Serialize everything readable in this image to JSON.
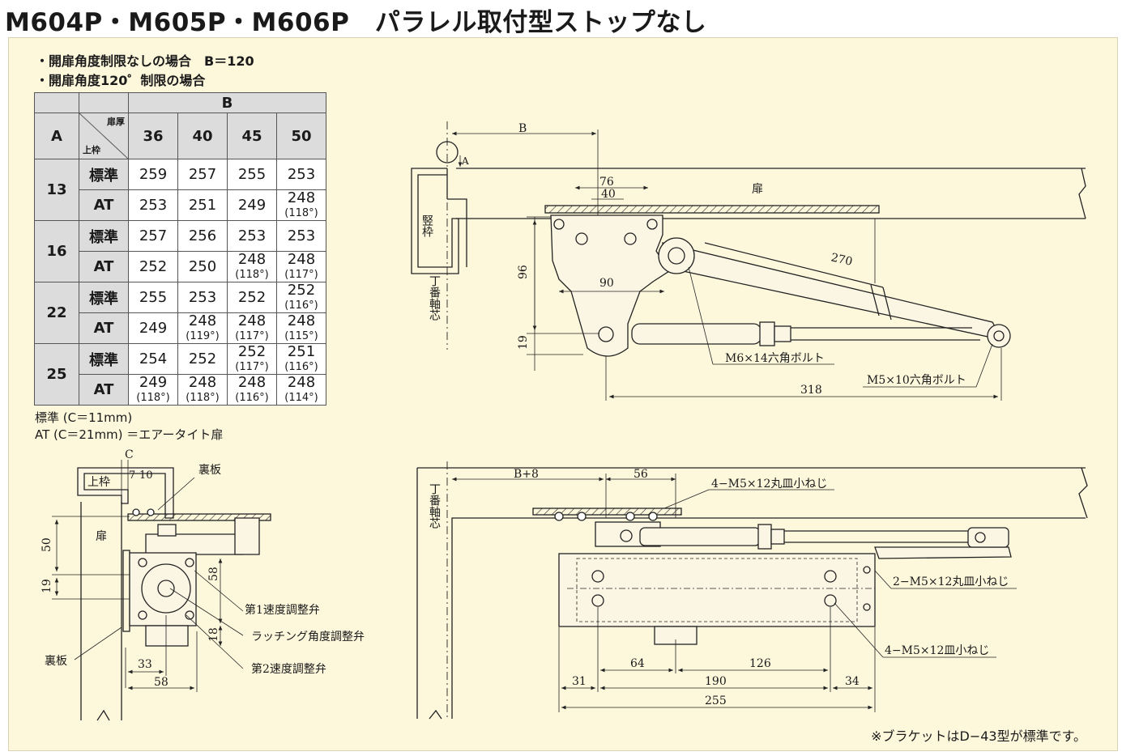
{
  "title": "M604P・M605P・M606P　パラレル取付型ストップなし",
  "notes": {
    "line1": "・開扉角度制限なしの場合　B＝120",
    "line2": "・開扉角度120゜制限の場合"
  },
  "table": {
    "col_header_A": "A",
    "col_header_B": "B",
    "diag_top": "扉厚",
    "diag_bottom": "上枠",
    "thickness": [
      "36",
      "40",
      "45",
      "50"
    ],
    "rows": [
      {
        "a": "13",
        "type": "標準",
        "values": [
          "259",
          "257",
          "255",
          "253"
        ],
        "angles": [
          "",
          "",
          "",
          ""
        ]
      },
      {
        "a": "13",
        "type": "AT",
        "values": [
          "253",
          "251",
          "249",
          "248"
        ],
        "angles": [
          "",
          "",
          "",
          "(118°)"
        ]
      },
      {
        "a": "16",
        "type": "標準",
        "values": [
          "257",
          "256",
          "253",
          "253"
        ],
        "angles": [
          "",
          "",
          "",
          ""
        ]
      },
      {
        "a": "16",
        "type": "AT",
        "values": [
          "252",
          "250",
          "248",
          "248"
        ],
        "angles": [
          "",
          "",
          "(118°)",
          "(117°)"
        ]
      },
      {
        "a": "22",
        "type": "標準",
        "values": [
          "255",
          "253",
          "252",
          "252"
        ],
        "angles": [
          "",
          "",
          "",
          "(116°)"
        ]
      },
      {
        "a": "22",
        "type": "AT",
        "values": [
          "249",
          "248",
          "248",
          "248"
        ],
        "angles": [
          "",
          "(119°)",
          "(117°)",
          "(115°)"
        ]
      },
      {
        "a": "25",
        "type": "標準",
        "values": [
          "254",
          "252",
          "252",
          "251"
        ],
        "angles": [
          "",
          "",
          "(117°)",
          "(116°)"
        ]
      },
      {
        "a": "25",
        "type": "AT",
        "values": [
          "249",
          "248",
          "248",
          "248"
        ],
        "angles": [
          "(118°)",
          "(118°)",
          "(116°)",
          "(114°)"
        ]
      }
    ]
  },
  "legend": {
    "line1": "標準 (C＝11mm)",
    "line2": "AT (C＝21mm) ＝エアータイト扉"
  },
  "drawing_top": {
    "B": "B",
    "A": "A",
    "door": "扉",
    "frame": "竪枠",
    "hinge_axis": "丁番軸芯",
    "d76": "76",
    "d40": "40",
    "d270": "270",
    "d96": "96",
    "d90": "90",
    "d19": "19",
    "d318": "318",
    "bolt_m6": "M6×14六角ボルト",
    "bolt_m5": "M5×10六角ボルト"
  },
  "drawing_side": {
    "C": "C",
    "d7": "7",
    "d10": "10",
    "top_frame": "上枠",
    "back_plate": "裏板",
    "door": "扉",
    "d50": "50",
    "d19": "19",
    "d58": "58",
    "d18": "18",
    "d33": "33",
    "d58b": "58",
    "valve1": "第1速度調整弁",
    "latch_valve": "ラッチング角度調整弁",
    "valve2": "第2速度調整弁",
    "back_plate2": "裏板"
  },
  "drawing_bottom": {
    "B8": "B+8",
    "d56": "56",
    "hinge_axis": "丁番軸芯",
    "screw1": "4−M5×12丸皿小ねじ",
    "screw2": "2−M5×12丸皿小ねじ",
    "screw3": "4−M5×12皿小ねじ",
    "d64": "64",
    "d126": "126",
    "d31": "31",
    "d190": "190",
    "d34": "34",
    "d255": "255"
  },
  "footnote": "※ブラケットはD−43型が標準です。"
}
